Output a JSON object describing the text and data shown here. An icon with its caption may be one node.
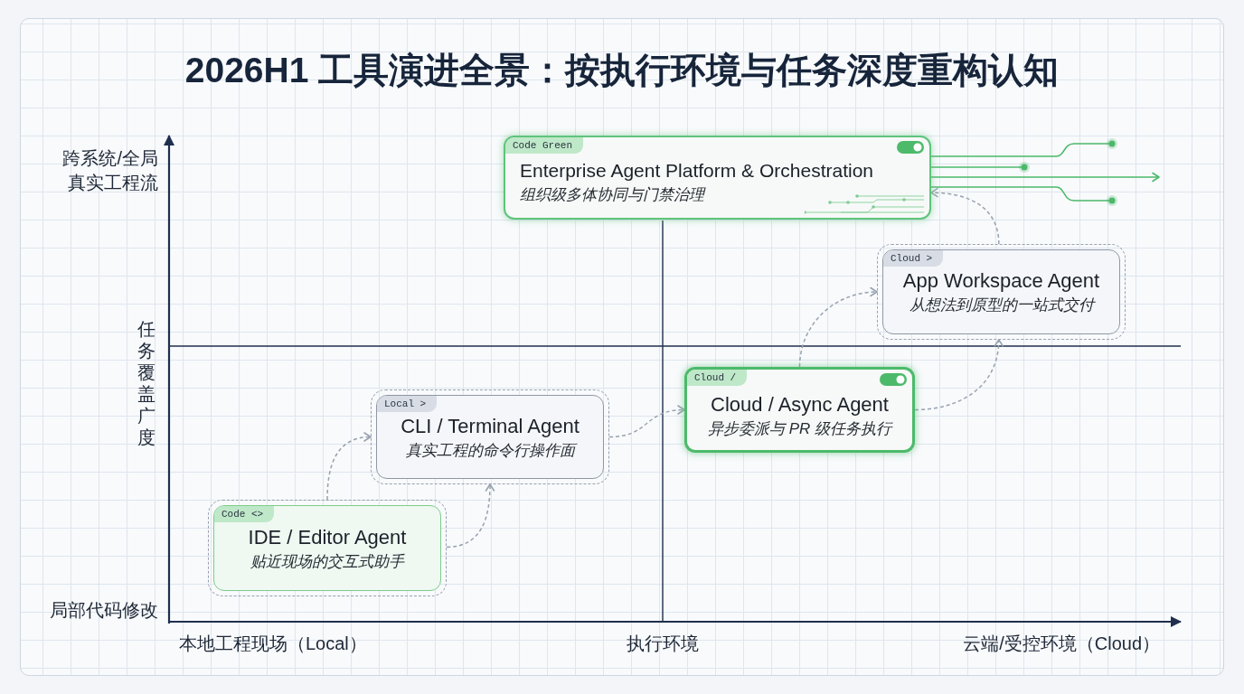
{
  "diagram": {
    "title": "2026H1 工具演进全景：按执行环境与任务深度重构认知",
    "nodes": [
      {
        "text": [
          "Code Green",
          "Enterprise Agent Platform & Orchestration",
          "组织级多体协同与门禁治理"
        ]
      },
      {
        "text": [
          "Cloud >",
          "App Workspace Agent",
          "从想法到原型的一站式交付"
        ]
      },
      {
        "text": [
          "Cloud /",
          "Cloud / Async Agent",
          "异步委派与 PR 级任务执行"
        ]
      },
      {
        "text": [
          "Local >",
          "CLI / Terminal Agent",
          "真实工程的命令行操作面"
        ]
      },
      {
        "text": [
          "Code <>",
          "IDE / Editor Agent",
          "贴近现场的交互式助手"
        ]
      }
    ],
    "edges": [
      {
        "from": 4,
        "to": 3,
        "arrow": "to",
        "style": "dashed"
      },
      {
        "from": 4,
        "to": 3,
        "arrow": "to",
        "style": "dashed"
      },
      {
        "from": 3,
        "to": 2,
        "arrow": "to",
        "style": "dashed"
      },
      {
        "from": 2,
        "to": 1,
        "arrow": "to",
        "style": "dashed"
      },
      {
        "from": 2,
        "to": 1,
        "arrow": "to",
        "style": "dashed"
      },
      {
        "from": 1,
        "to": 0,
        "arrow": "to",
        "style": "dashed"
      },
      {
        "from": 0,
        "to": null,
        "arrow": "other",
        "color": "#4cb86a"
      },
      {
        "from": 0,
        "to": null,
        "arrow": "other",
        "color": "#4cb86a"
      },
      {
        "from": 0,
        "to": null,
        "arrow": "to",
        "color": "#4cb86a"
      },
      {
        "from": 0,
        "to": null,
        "arrow": "other",
        "color": "#4cb86a"
      }
    ],
    "labels": [
      "跨系统/全局真实工程流",
      "任务覆盖广度",
      "局部代码修改",
      "本地工程现场（Local）",
      "执行环境",
      "云端/受控环境（Cloud）"
    ]
  }
}
